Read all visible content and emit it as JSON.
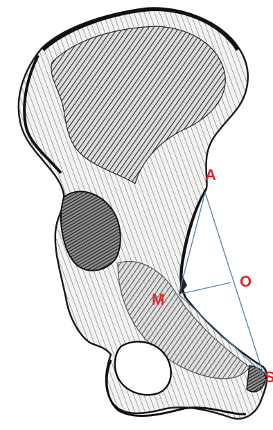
{
  "figure": {
    "labels": {
      "a": "A",
      "o": "O",
      "m": "M",
      "s": "S"
    },
    "colors": {
      "label": "#e8202a",
      "lines": "#5b7fb0",
      "bone_ink": "#1a1a1a",
      "bone_paper": "#f4f4f2",
      "background": "#ffffff"
    },
    "segments": [
      "A-M",
      "A-S",
      "M-O",
      "M-S"
    ]
  }
}
